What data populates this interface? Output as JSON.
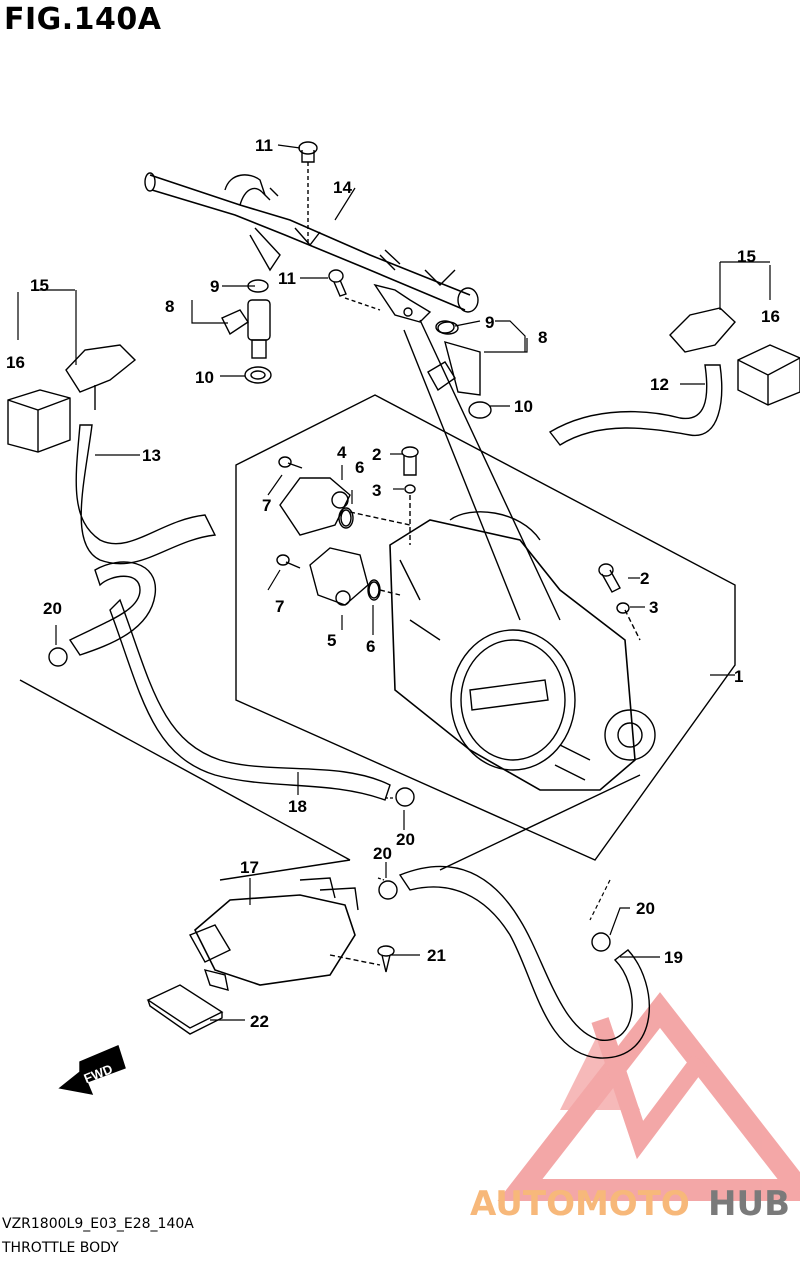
{
  "figure": {
    "title": "FIG.140A",
    "code": "VZR1800L9_E03_E28_140A",
    "name": "THROTTLE BODY"
  },
  "callouts": [
    "1",
    "2",
    "2",
    "3",
    "3",
    "4",
    "5",
    "6",
    "6",
    "7",
    "7",
    "8",
    "8",
    "9",
    "9",
    "10",
    "10",
    "11",
    "11",
    "12",
    "13",
    "14",
    "15",
    "15",
    "16",
    "16",
    "17",
    "18",
    "19",
    "20",
    "20",
    "20",
    "20",
    "21",
    "22"
  ],
  "fwd_label": "FWD",
  "watermark": {
    "part1": "AUTOMOTO",
    "part2": "HUB",
    "color_primary": "#f08a8a",
    "color_secondary": "#f7b87a",
    "color_dark": "#7a7a7a"
  },
  "colors": {
    "ink": "#000000",
    "paper": "#ffffff"
  }
}
